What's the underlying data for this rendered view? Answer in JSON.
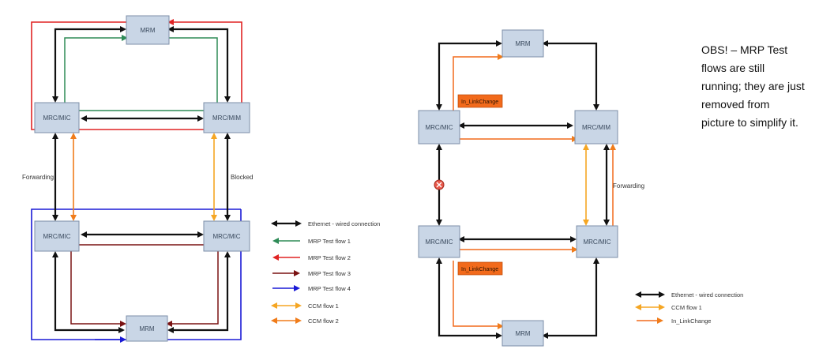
{
  "colors": {
    "ethernet": "#111111",
    "mrp_flow_1": "#2e8b57",
    "mrp_flow_2": "#e02424",
    "mrp_flow_3": "#7a1212",
    "mrp_flow_4": "#1a1ad6",
    "ccm_flow_1": "#f5a623",
    "ccm_flow_2": "#f07c1a",
    "in_linkchange": "#f26a1b",
    "node_fill": "#c9d6e6"
  },
  "left_diagram": {
    "nodes": {
      "top_mrm": "MRM",
      "mid_left": "MRC/MIC",
      "mid_right": "MRC/MIM",
      "low_left": "MRC/MIC",
      "low_right": "MRC/MIC",
      "bottom_mrm": "MRM"
    },
    "label_forwarding": "Forwarding",
    "label_blocked": "Blocked"
  },
  "left_legend": [
    {
      "label": "Ethernet - wired connection",
      "style": "double",
      "color_key": "ethernet"
    },
    {
      "label": "MRP Test flow 1",
      "style": "single",
      "color_key": "mrp_flow_1"
    },
    {
      "label": "MRP Test flow 2",
      "style": "single",
      "color_key": "mrp_flow_2"
    },
    {
      "label": "MRP Test flow 3",
      "style": "single",
      "color_key": "mrp_flow_3"
    },
    {
      "label": "MRP Test flow 4",
      "style": "single",
      "color_key": "mrp_flow_4"
    },
    {
      "label": "CCM flow 1",
      "style": "double",
      "color_key": "ccm_flow_1"
    },
    {
      "label": "CCM flow 2",
      "style": "double",
      "color_key": "ccm_flow_2"
    }
  ],
  "right_diagram": {
    "nodes": {
      "top_mrm": "MRM",
      "mid_left": "MRC/MIC",
      "mid_right": "MRC/MIM",
      "low_left": "MRC/MIC",
      "low_right": "MRC/MIC",
      "bottom_mrm": "MRM"
    },
    "tag_upper": "In_LinkChange",
    "tag_lower": "In_LinkChange",
    "label_forwarding": "Forwarding",
    "link_break_icon": "broken-link-icon"
  },
  "right_legend": [
    {
      "label": "Ethernet - wired connection",
      "style": "double",
      "color_key": "ethernet"
    },
    {
      "label": "CCM flow 1",
      "style": "double",
      "color_key": "ccm_flow_1"
    },
    {
      "label": "In_LinkChange",
      "style": "single",
      "color_key": "in_linkchange"
    }
  ],
  "note": {
    "lines": [
      "OBS! – MRP Test",
      "flows are still",
      "running; they are just",
      "removed from",
      "picture to simplify it."
    ]
  }
}
